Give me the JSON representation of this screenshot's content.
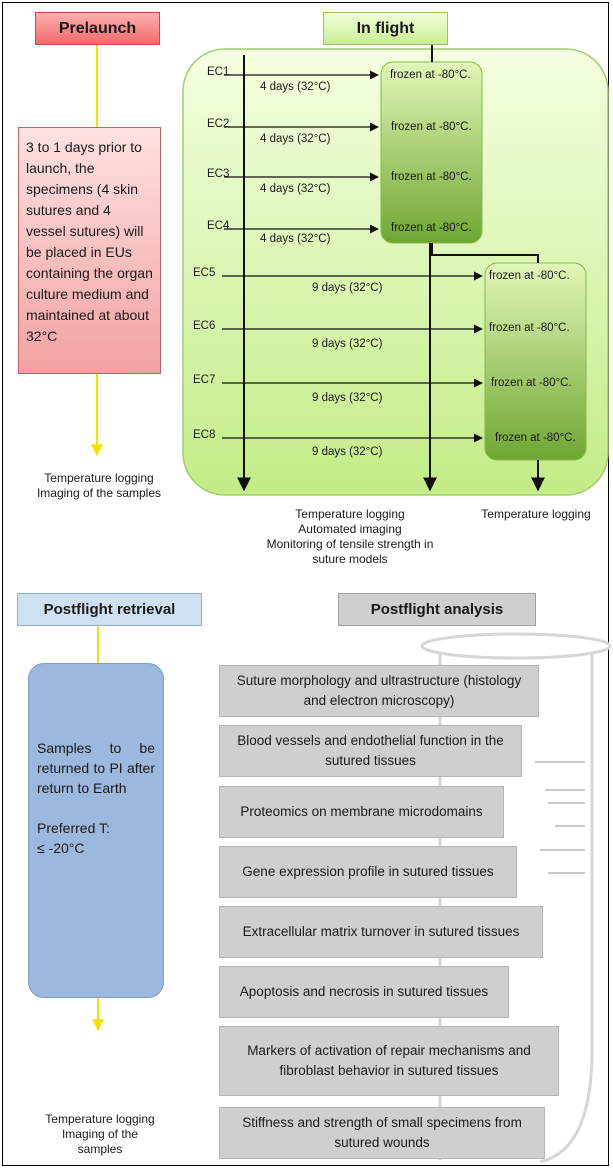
{
  "prelaunch": {
    "title": "Prelaunch",
    "description": "3 to 1 days prior to launch, the specimens (4 skin sutures and 4 vessel sutures) will be placed in EUs containing the organ culture medium and maintained at about 32°C",
    "caption_line1": "Temperature logging",
    "caption_line2": "Imaging of the samples"
  },
  "inflight": {
    "title": "In flight",
    "group1": [
      {
        "id": "EC1",
        "duration": "4 days (32°C)",
        "result": "frozen at -80°C."
      },
      {
        "id": "EC2",
        "duration": "4 days (32°C)",
        "result": "frozen at -80°C."
      },
      {
        "id": "EC3",
        "duration": "4 days (32°C)",
        "result": "frozen at -80°C."
      },
      {
        "id": "EC4",
        "duration": "4 days (32°C)",
        "result": "frozen at -80°C."
      }
    ],
    "group2": [
      {
        "id": "EC5",
        "duration": "9 days (32°C)",
        "result": "frozen at -80°C."
      },
      {
        "id": "EC6",
        "duration": "9 days (32°C)",
        "result": "frozen at -80°C."
      },
      {
        "id": "EC7",
        "duration": "9 days (32°C)",
        "result": "frozen at -80°C."
      },
      {
        "id": "EC8",
        "duration": "9 days (32°C)",
        "result": "frozen at -80°C."
      }
    ],
    "caption_line1": "Temperature logging",
    "caption_line2": "Automated imaging",
    "caption_line3": "Monitoring of tensile strength in",
    "caption_line4": "suture models",
    "caption_right": "Temperature logging"
  },
  "retrieval": {
    "title": "Postflight retrieval",
    "text1": "Samples to be returned to PI after return to Earth",
    "text2": "Preferred T:",
    "text3": "≤ -20°C",
    "caption_line1": "Temperature logging",
    "caption_line2": "Imaging of the",
    "caption_line3": "samples"
  },
  "analysis": {
    "title": "Postflight analysis",
    "items": [
      "Suture morphology and ultrastructure (histology and electron microscopy)",
      "Blood vessels and endothelial function in the sutured tissues",
      "Proteomics on membrane microdomains",
      "Gene expression profile in sutured tissues",
      "Extracellular matrix turnover in sutured tissues",
      "Apoptosis and necrosis in sutured tissues",
      "Markers of activation of repair mechanisms and fibroblast behavior in sutured tissues",
      "Stiffness and strength of small specimens from sutured wounds"
    ]
  },
  "colors": {
    "prelaunch_accent": "#f26a6a",
    "inflight_accent": "#c8ee94",
    "frozen_box": "#7fb33a",
    "retrieval_accent": "#9cb8dd",
    "analysis_accent": "#cfcfcf",
    "arrow_yellow": "#f2e400"
  }
}
